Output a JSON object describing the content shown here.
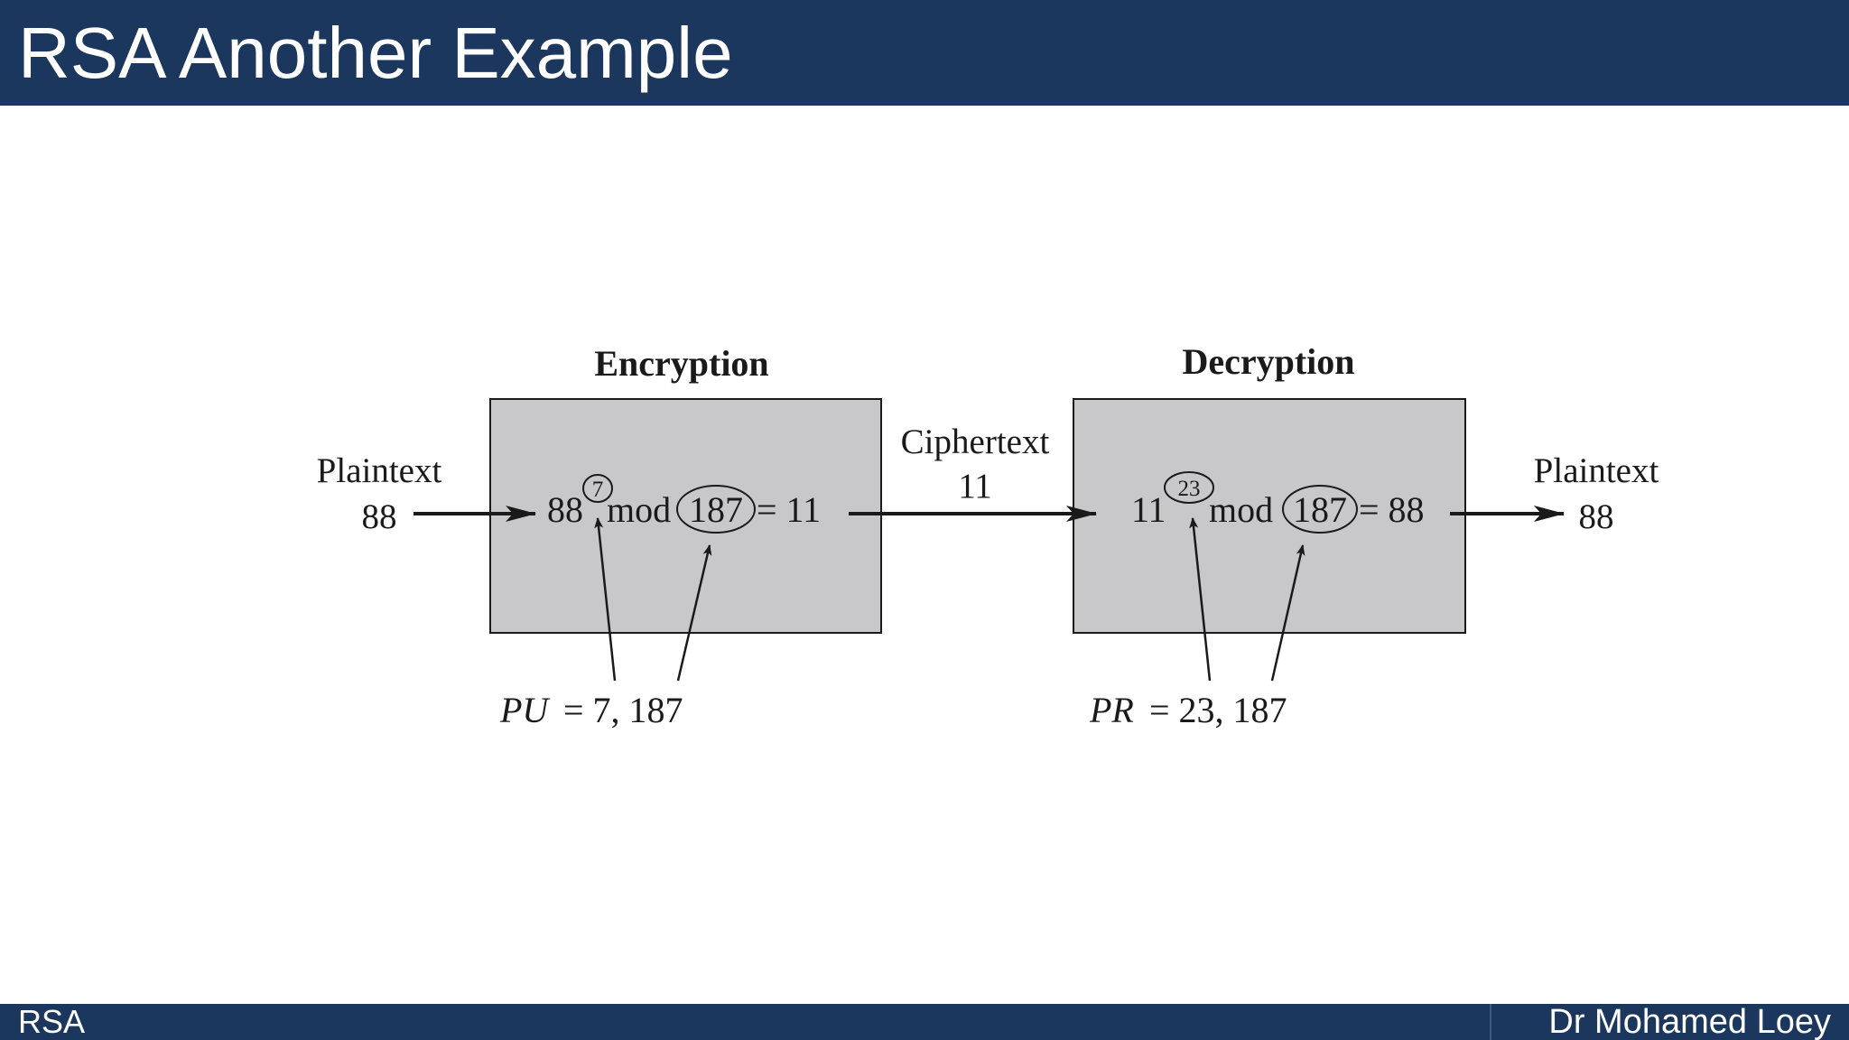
{
  "slide": {
    "title": "RSA Another Example",
    "footer_left": "RSA",
    "footer_right": "Dr Mohamed Loey"
  },
  "diagram": {
    "encryption": {
      "heading": "Encryption",
      "base": "88",
      "exponent": "7",
      "mod_word": "mod",
      "modulus": "187",
      "result": "= 11",
      "key_italic": "PU",
      "key_value": "= 7, 187"
    },
    "decryption": {
      "heading": "Decryption",
      "base": "11",
      "exponent": "23",
      "mod_word": "mod",
      "modulus": "187",
      "result": "= 88",
      "key_italic": "PR",
      "key_value": "= 23, 187"
    },
    "input": {
      "label": "Plaintext",
      "value": "88"
    },
    "ciphertext": {
      "label": "Ciphertext",
      "value": "11"
    },
    "output": {
      "label": "Plaintext",
      "value": "88"
    }
  },
  "colors": {
    "header_bg": "#1b375e",
    "box_fill": "#c8c8ca",
    "arrow": "#1a1a1a"
  }
}
